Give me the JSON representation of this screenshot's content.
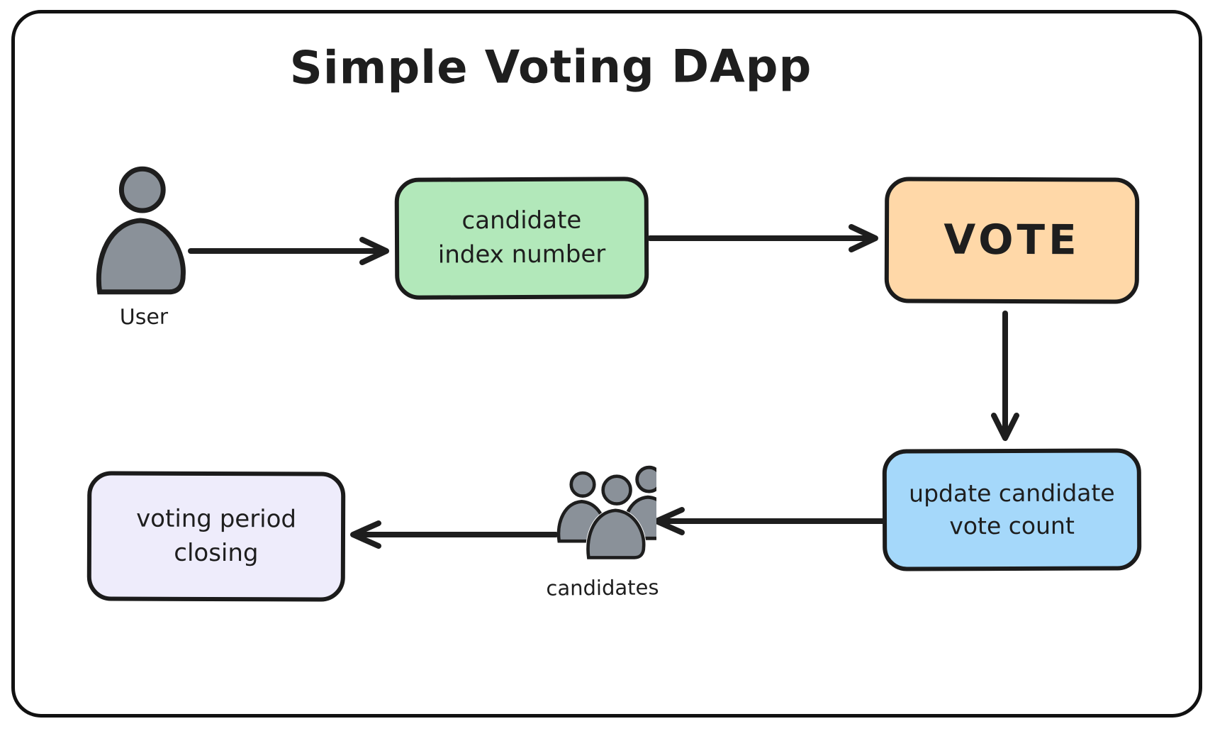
{
  "diagram": {
    "title": "Simple Voting DApp",
    "user": {
      "label": "User",
      "icon": "person-icon"
    },
    "candidates": {
      "label": "candidates",
      "icon": "people-group-icon"
    },
    "boxes": {
      "candidate_index": {
        "lines": [
          "candidate",
          "index number"
        ],
        "fill": "#b2e8ba"
      },
      "vote": {
        "label": "VOTE",
        "fill": "#ffd8a8"
      },
      "update_count": {
        "lines": [
          "update candidate",
          "vote count"
        ],
        "fill": "#a5d8fa"
      },
      "voting_period": {
        "lines": [
          "voting period",
          "closing"
        ],
        "fill": "#eeecfb"
      }
    },
    "colors": {
      "stroke": "#1e1e1e",
      "icon_fill": "#8a9199",
      "background": "#ffffff"
    }
  }
}
